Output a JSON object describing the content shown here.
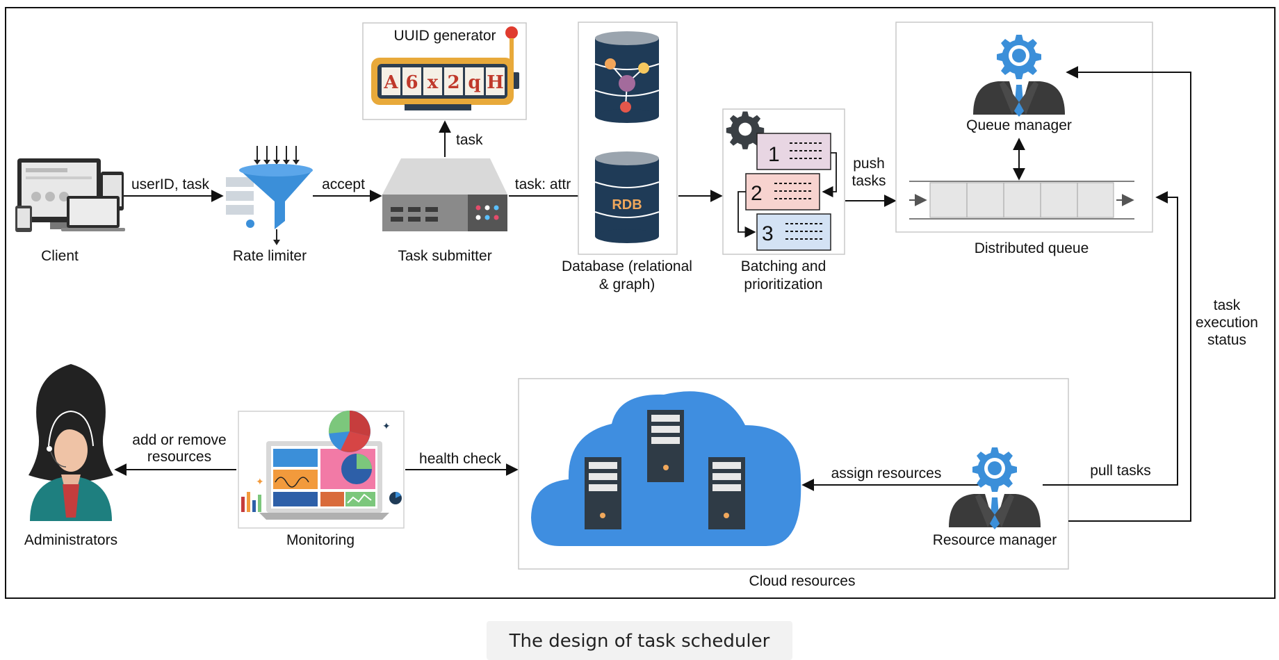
{
  "caption": "The design of task scheduler",
  "components": {
    "client": "Client",
    "rate_limiter": "Rate limiter",
    "task_submitter": "Task submitter",
    "uuid_generator": "UUID generator",
    "uuid_chars": [
      "A",
      "6",
      "x",
      "2",
      "q",
      "H"
    ],
    "database_line1": "Database (relational",
    "database_line2": "& graph)",
    "rdb": "RDB",
    "batching_line1": "Batching and",
    "batching_line2": "prioritization",
    "batch_numbers": [
      "1",
      "2",
      "3"
    ],
    "queue_manager": "Queue manager",
    "distributed_queue": "Distributed queue",
    "administrators": "Administrators",
    "monitoring": "Monitoring",
    "cloud_resources": "Cloud resources",
    "resource_manager": "Resource manager"
  },
  "edges": {
    "userid_task": "userID, task",
    "accept": "accept",
    "task": "task",
    "task_attr": "task: attr",
    "push_tasks_1": "push",
    "push_tasks_2": "tasks",
    "status_1": "task",
    "status_2": "execution",
    "status_3": "status",
    "add_remove_1": "add or remove",
    "add_remove_2": "resources",
    "health_check": "health check",
    "assign_resources": "assign resources",
    "pull_tasks": "pull tasks"
  },
  "colors": {
    "db_navy": "#1f3b57",
    "accent_blue": "#3b8fd9",
    "cloud_blue": "#3f8ee0",
    "rdb_text": "#f0a85c",
    "batch_1": "#e8d6e3",
    "batch_2": "#f7d3cf",
    "batch_3": "#d3e2f4",
    "queue_fill": "#e6e6e6"
  }
}
